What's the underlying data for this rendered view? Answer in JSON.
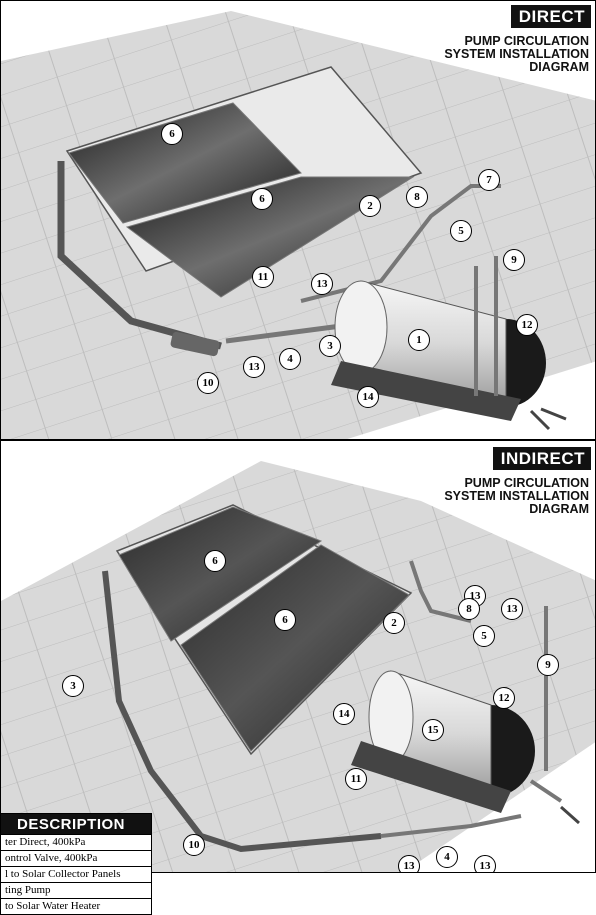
{
  "direct_panel": {
    "badge": "DIRECT",
    "subtitle_lines": [
      "PUMP CIRCULATION",
      "SYSTEM INSTALLATION",
      "DIAGRAM"
    ],
    "callouts": [
      "6",
      "6",
      "7",
      "8",
      "2",
      "5",
      "9",
      "11",
      "13",
      "12",
      "1",
      "13",
      "4",
      "3",
      "14",
      "10"
    ]
  },
  "indirect_panel": {
    "badge": "INDIRECT",
    "subtitle_lines": [
      "PUMP CIRCULATION",
      "SYSTEM INSTALLATION",
      "DIAGRAM"
    ],
    "callouts": [
      "6",
      "6",
      "13",
      "8",
      "13",
      "2",
      "5",
      "9",
      "3",
      "12",
      "14",
      "15",
      "11",
      "10",
      "13",
      "4",
      "13"
    ]
  },
  "legend": {
    "heading": "DESCRIPTION",
    "rows": [
      "ter Direct, 400kPa",
      "ontrol Valve, 400kPa",
      "l to Solar Collector Panels",
      "ting Pump",
      "to Solar Water Heater"
    ]
  },
  "colors": {
    "badge_bg": "#111111",
    "roof": "#d7d7d7",
    "panel_dark": "#2b2b2b",
    "tank": "#e6e6e6"
  }
}
